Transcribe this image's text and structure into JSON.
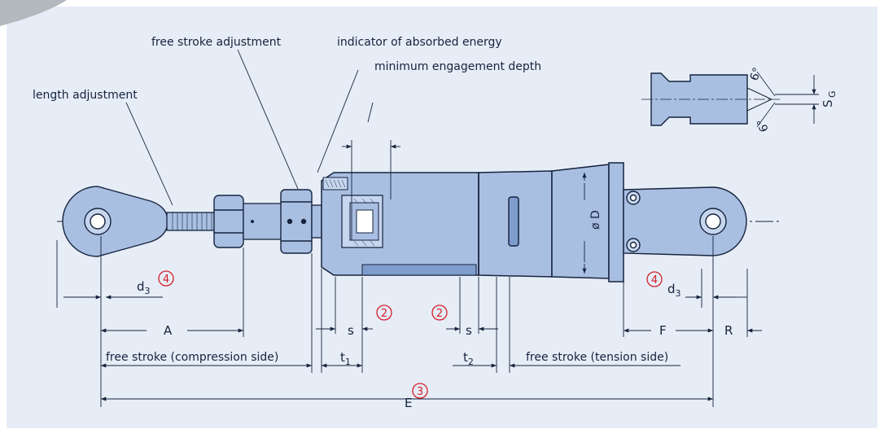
{
  "colors": {
    "panel": "#e6edf6",
    "part_fill": "#a9bfe2",
    "part_dark": "#7f9dcc",
    "part_light": "#c6d6ee",
    "stroke": "#16233e",
    "red": "#d5202b",
    "corner": "#b4b9be"
  },
  "labels": {
    "free_stroke_adjustment": "free stroke adjustment",
    "indicator_absorbed_energy": "indicator of absorbed energy",
    "minimum_engagement_depth": "minimum engagement depth",
    "length_adjustment": "length adjustment",
    "diameter_D": "ø D",
    "sg_main": "S",
    "sg_sub": "G",
    "angle_top": "6°",
    "angle_bottom": "6°"
  },
  "dimensions": {
    "d3_main": "d",
    "d3_sub": "3",
    "A": "A",
    "s": "s",
    "t1_main": "t",
    "t1_sub": "1",
    "t2_main": "t",
    "t2_sub": "2",
    "F": "F",
    "R": "R",
    "E": "E",
    "free_stroke_compression": "free stroke (compression side)",
    "free_stroke_tension": "free stroke (tension side)"
  },
  "footnotes": {
    "two": "2",
    "three": "3",
    "four": "4"
  }
}
